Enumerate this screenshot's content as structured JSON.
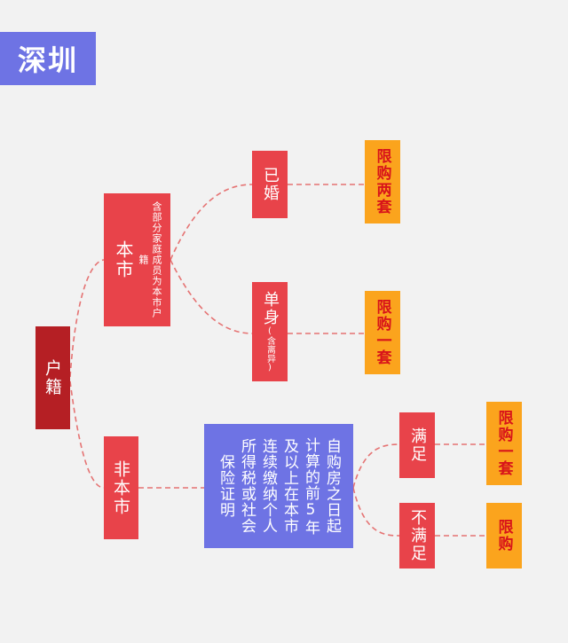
{
  "title": "深圳",
  "nodes": {
    "huji": "户籍",
    "benshi": "本市",
    "benshi_note": "含部分家庭成员为本市户籍",
    "feibenshi": "非本市",
    "yihun": "已婚",
    "danshen": "单身",
    "danshen_note": "(含离异)",
    "condition": "自购房之日起计算的前5年及以上在本市连续缴纳个人所得税或社会保险证明",
    "manzu": "满足",
    "bumanzu": "不满足"
  },
  "results": {
    "married": "限购两套",
    "single": "限购一套",
    "satisfied": "限购一套",
    "not_satisfied": "限购"
  },
  "colors": {
    "red": "#e8434a",
    "dark_red": "#b51f24",
    "orange": "#fba41d",
    "blue": "#6e73e4",
    "line": "#e57373"
  }
}
